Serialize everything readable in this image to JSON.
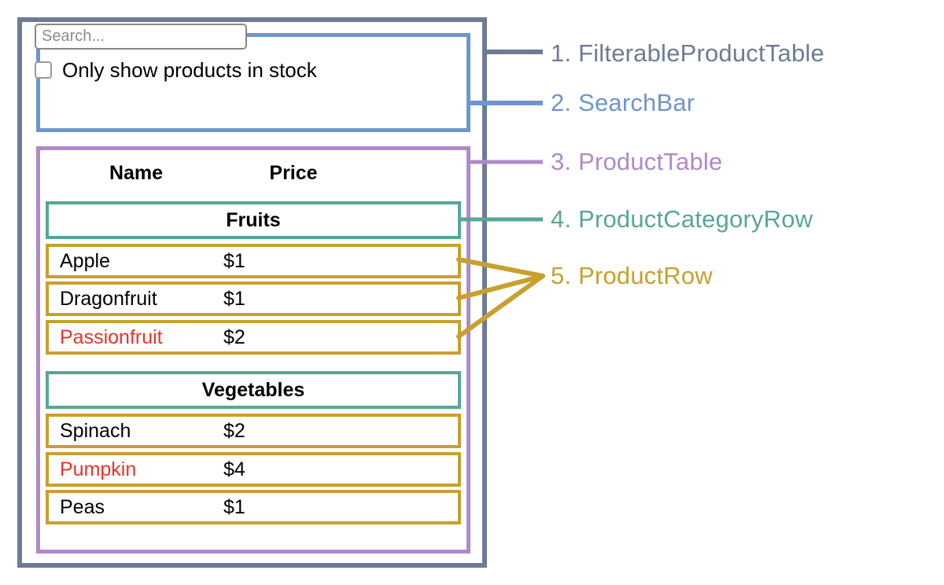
{
  "diagram": {
    "title": "FilterableProductTable component hierarchy",
    "colors": {
      "filterable_product_table": "#6e7b96",
      "search_bar": "#6e95cd",
      "product_table": "#b08ac8",
      "product_category_row": "#56a797",
      "product_row": "#c8a02e",
      "out_of_stock_text": "#ee3124"
    }
  },
  "search_bar": {
    "search_input": {
      "value": "",
      "placeholder": "Search..."
    },
    "stock_filter": {
      "label": "Only show products in stock",
      "checked": false
    }
  },
  "product_table": {
    "headers": {
      "name": "Name",
      "price": "Price"
    },
    "sections": [
      {
        "category": "Fruits",
        "rows": [
          {
            "name": "Apple",
            "price": "$1",
            "in_stock": true
          },
          {
            "name": "Dragonfruit",
            "price": "$1",
            "in_stock": true
          },
          {
            "name": "Passionfruit",
            "price": "$2",
            "in_stock": false
          }
        ]
      },
      {
        "category": "Vegetables",
        "rows": [
          {
            "name": "Spinach",
            "price": "$2",
            "in_stock": true
          },
          {
            "name": "Pumpkin",
            "price": "$4",
            "in_stock": false
          },
          {
            "name": "Peas",
            "price": "$1",
            "in_stock": true
          }
        ]
      }
    ]
  },
  "callouts": [
    {
      "number": "1.",
      "name": "FilterableProductTable",
      "text": "1. FilterableProductTable"
    },
    {
      "number": "2.",
      "name": "SearchBar",
      "text": "2. SearchBar"
    },
    {
      "number": "3.",
      "name": "ProductTable",
      "text": "3. ProductTable"
    },
    {
      "number": "4.",
      "name": "ProductCategoryRow",
      "text": "4. ProductCategoryRow"
    },
    {
      "number": "5.",
      "name": "ProductRow",
      "text": "5. ProductRow"
    }
  ]
}
